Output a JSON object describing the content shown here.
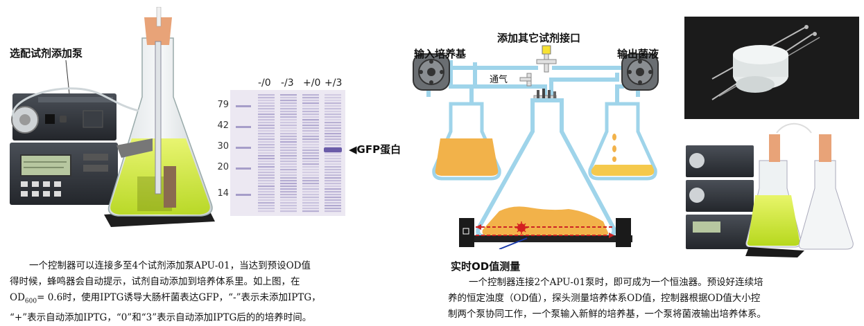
{
  "left": {
    "pump_label": "选配试剂添加泵",
    "gel": {
      "lanes": [
        "-/0",
        "-/3",
        "+/0",
        "+/3"
      ],
      "markers": [
        "79",
        "42",
        "30",
        "20",
        "14"
      ],
      "gfp_label": "GFP蛋白"
    },
    "caption": {
      "line1": "一个控制器可以连接多至4个试剂添加泵APU-01，当达到预设OD值",
      "line2": "得时候，蜂鸣器会自动提示，试剂自动添加到培养体系里。如上图，在",
      "line3_pre": "OD",
      "line3_sub": "600",
      "line3_post": "= 0.6时，使用IPTG诱导大肠杆菌表达GFP，“-”表示未添加IPTG，",
      "line4": "“+”表示自动添加IPTG，“0”和“3”表示自动添加IPTG后的的培养时间。"
    }
  },
  "right": {
    "labels": {
      "reagent_port": "添加其它试剂接口",
      "input_medium": "输入培养基",
      "output_culture": "输出菌液",
      "aeration": "通气",
      "od_measure": "实时OD值测量"
    },
    "caption": {
      "line1": "一个控制器连接2个APU-01泵时，即可成为一个恒浊器。预设好连续培",
      "line2": "养的恒定浊度（OD值），探头测量培养体系OD值，控制器根据OD值大小控",
      "line3": "制两个泵协同工作，一个泵输入新鲜的培养基，一个泵将菌液输出培养体系。"
    }
  },
  "colors": {
    "tube": "#9fd4ea",
    "medium": "#f2b24a",
    "culture": "#f5c94c",
    "gel_bg": "#ece8f2",
    "band": "#9a8fc2",
    "led": "#d32020",
    "beam": "#cc2222"
  }
}
